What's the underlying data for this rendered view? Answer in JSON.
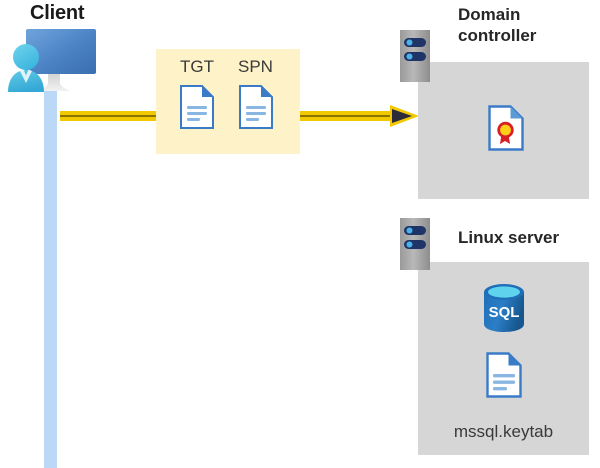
{
  "diagram": {
    "title_hidden": "Kerberos TGT/SPN flow from Client to Domain controller and Linux server",
    "client": {
      "label": "Client",
      "icon": "client-monitor-user-icon",
      "lifeline_color": "#bbd9f7"
    },
    "flow": {
      "arrow_name": "request-arrow",
      "arrow_color": "#f5c518",
      "arrowhead_color": "#2b2b3a",
      "band_color": "#fdf2c8",
      "tokens": [
        {
          "label": "TGT",
          "icon": "document-icon"
        },
        {
          "label": "SPN",
          "icon": "document-icon"
        }
      ]
    },
    "nodes": [
      {
        "id": "domain-controller",
        "title": "Domain controller",
        "server_icon": "server-rack-icon",
        "panel_color": "#d6d6d6",
        "items": [
          {
            "icon": "certificate-document-icon",
            "label": ""
          }
        ]
      },
      {
        "id": "linux-server",
        "title": "Linux server",
        "server_icon": "server-rack-icon",
        "panel_color": "#d6d6d6",
        "items": [
          {
            "icon": "sql-database-icon",
            "label": "SQL"
          },
          {
            "icon": "document-icon",
            "label": "mssql.keytab"
          }
        ]
      }
    ]
  }
}
